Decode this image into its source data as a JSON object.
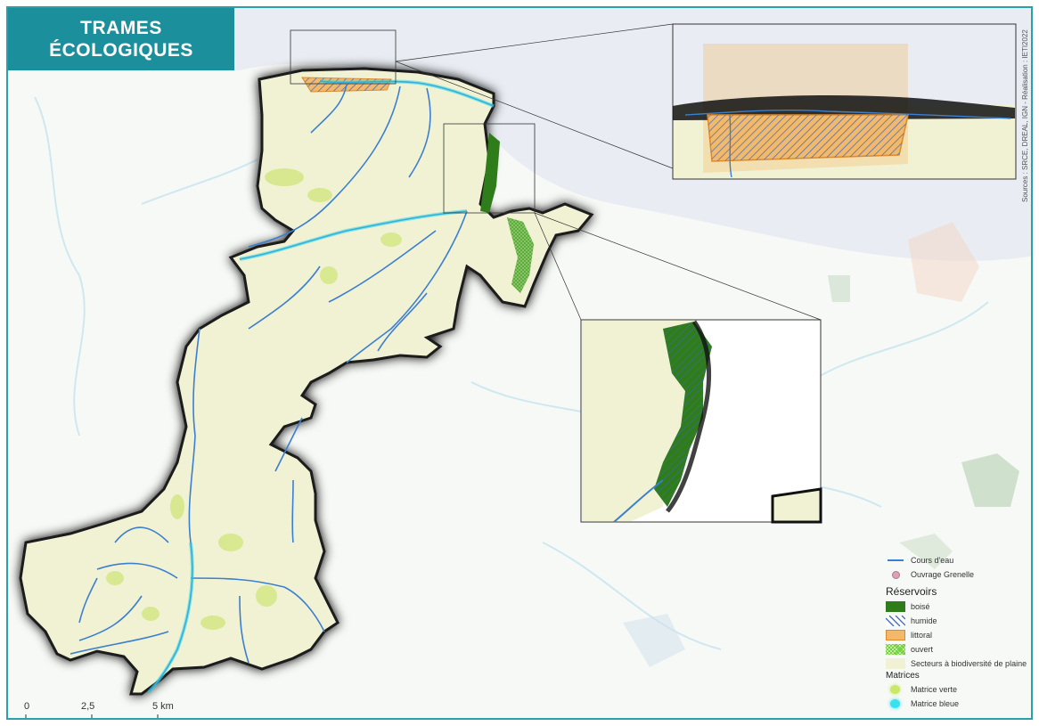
{
  "title": {
    "line1": "TRAMES",
    "line2": "ÉCOLOGIQUES"
  },
  "sources": "Sources : SRCE, DREAL, IGN - Réalisation : IETI2022",
  "legend": {
    "cours_eau": "Cours d'eau",
    "ouvrage": "Ouvrage Grenelle",
    "reservoirs_heading": "Réservoirs",
    "boise": "boisé",
    "humide": "humide",
    "littoral": "littoral",
    "ouvert": "ouvert",
    "secteurs": "Secteurs à biodiversité de plaine",
    "matrices_heading": "Matrices",
    "matrice_verte": "Matrice verte",
    "matrice_bleue": "Matrice bleue"
  },
  "scale": {
    "t0": "0",
    "t1": "2,5",
    "t2": "5 km"
  },
  "colors": {
    "frame": "#2aa0ad",
    "title_bg": "#1b8f9c",
    "territory": "#f1f2d4",
    "water": "#3a7fd0",
    "boise": "#2e7d1a",
    "littoral": "#f3b96a",
    "sea": "#e9edf3"
  }
}
